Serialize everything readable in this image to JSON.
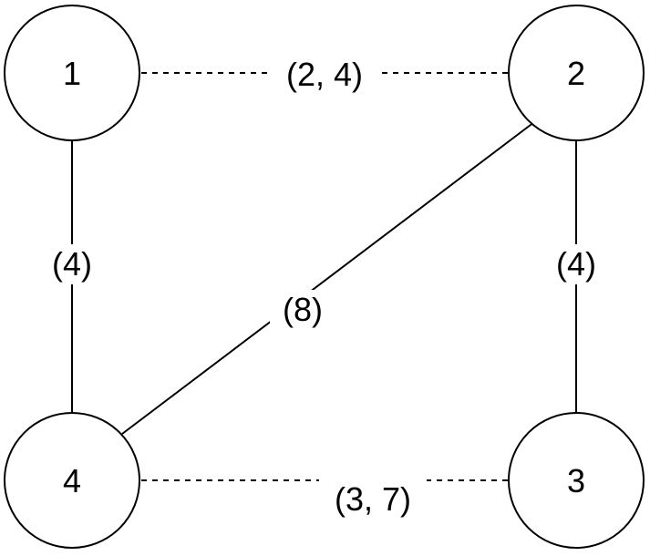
{
  "nodes": [
    {
      "id": "1",
      "label": "1"
    },
    {
      "id": "2",
      "label": "2"
    },
    {
      "id": "3",
      "label": "3"
    },
    {
      "id": "4",
      "label": "4"
    }
  ],
  "edges": [
    {
      "from": "1",
      "to": "2",
      "label": "(2, 4)",
      "style": "dashed"
    },
    {
      "from": "1",
      "to": "4",
      "label": "(4)",
      "style": "solid"
    },
    {
      "from": "2",
      "to": "4",
      "label": "(8)",
      "style": "solid"
    },
    {
      "from": "2",
      "to": "3",
      "label": "(4)",
      "style": "solid"
    },
    {
      "from": "4",
      "to": "3",
      "label": "(3, 7)",
      "style": "dashed"
    }
  ],
  "colors": {
    "stroke": "#000000",
    "background": "#ffffff"
  }
}
